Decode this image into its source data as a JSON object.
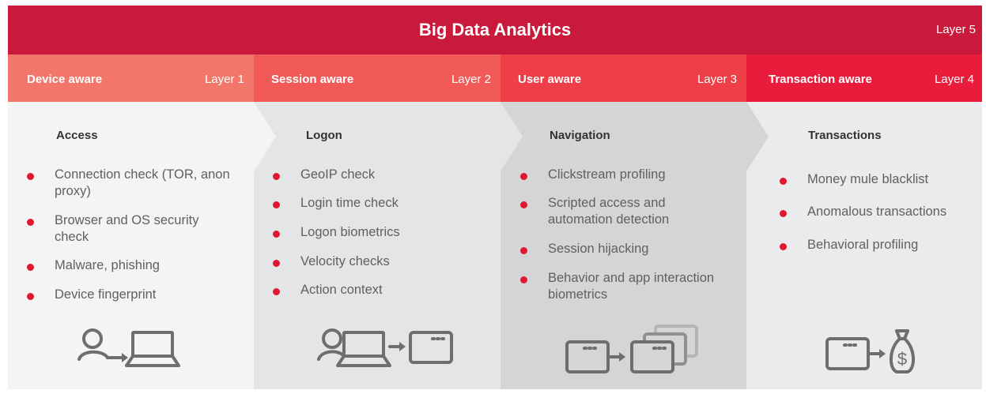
{
  "top": {
    "title": "Big Data Analytics",
    "layer": "Layer 5"
  },
  "layers": [
    {
      "title": "Device aware",
      "layer": "Layer 1",
      "section": "Access",
      "items": [
        "Connection check (TOR, anon proxy)",
        "Browser and OS security check",
        "Malware, phishing",
        "Device fingerprint"
      ]
    },
    {
      "title": "Session aware",
      "layer": "Layer 2",
      "section": "Logon",
      "items": [
        "GeoIP check",
        "Login time check",
        "Logon biometrics",
        "Velocity checks",
        "Action context"
      ]
    },
    {
      "title": "User aware",
      "layer": "Layer 3",
      "section": "Navigation",
      "items": [
        "Clickstream profiling",
        "Scripted access and automation detection",
        "Session hijacking",
        "Behavior and app interaction biometrics"
      ]
    },
    {
      "title": "Transaction aware",
      "layer": "Layer 4",
      "section": "Transactions",
      "items": [
        "Money mule blacklist",
        "Anomalous transactions",
        "Behavioral profiling"
      ]
    }
  ],
  "colors": {
    "layer5": "#c91a3b",
    "layer1": "#f2776a",
    "layer2": "#f15a56",
    "layer3": "#ee3e48",
    "layer4": "#ea1c3c",
    "bullet": "#e0182f",
    "icon": "#6e6e6e"
  },
  "icons": [
    "user-to-laptop-icon",
    "user-laptop-to-window-icon",
    "window-to-stacked-windows-icon",
    "window-to-money-bag-icon"
  ]
}
